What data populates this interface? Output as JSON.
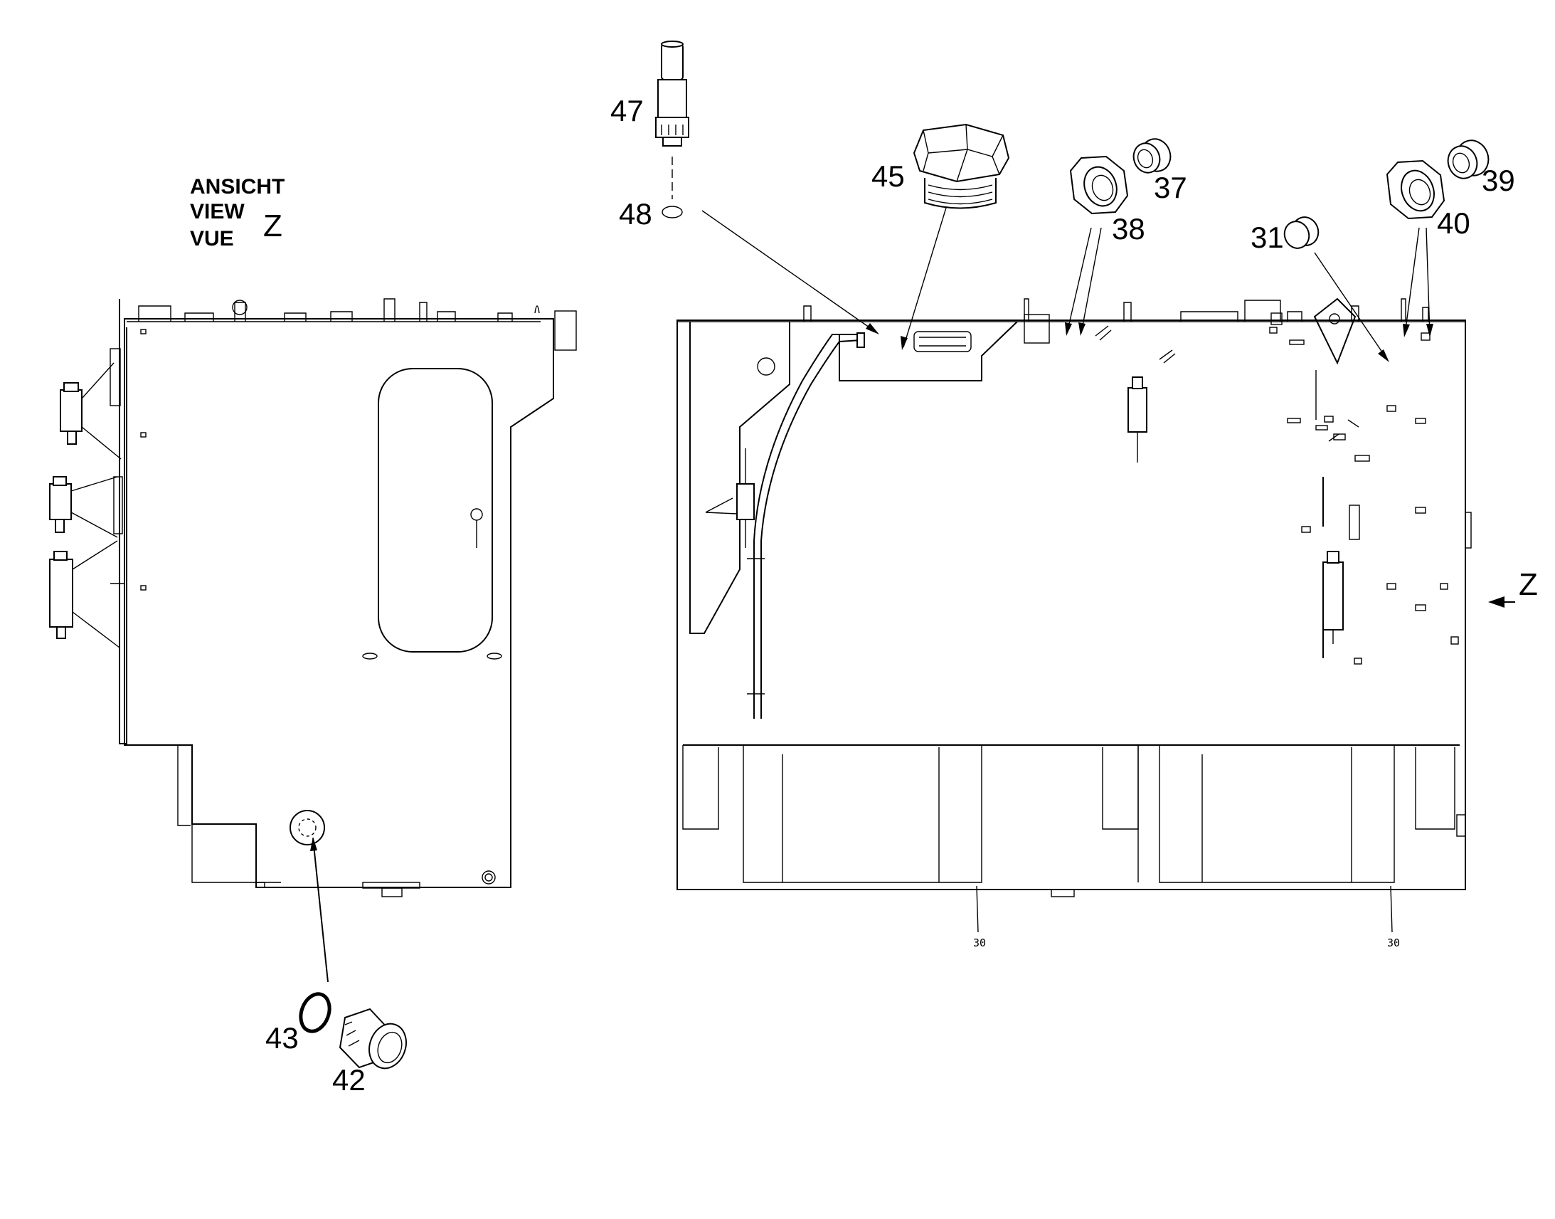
{
  "view_label": {
    "lines": [
      "ANSICHT",
      "VIEW",
      "VUE"
    ],
    "letter": "Z"
  },
  "view_arrow_letter": "Z",
  "callouts": {
    "p47": "47",
    "p48": "48",
    "p45": "45",
    "p37": "37",
    "p38": "38",
    "p31": "31",
    "p40": "40",
    "p39": "39",
    "p43": "43",
    "p42": "42"
  },
  "small_labels": {
    "ref_left": "30",
    "ref_right": "30"
  }
}
